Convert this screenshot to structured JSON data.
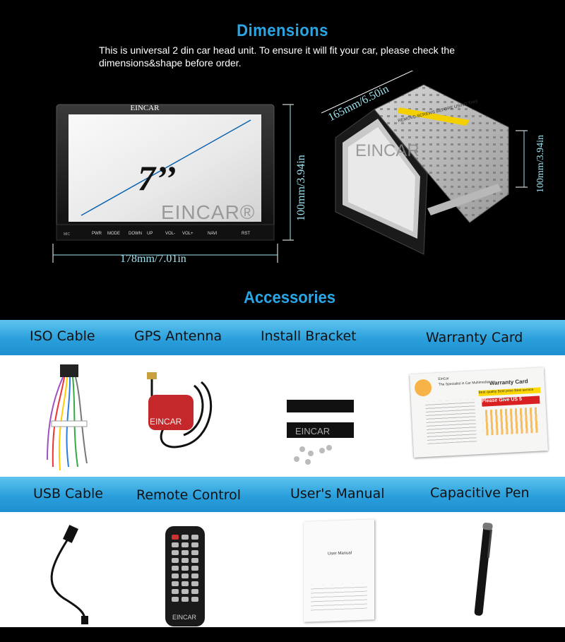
{
  "dimensions": {
    "title": "Dimensions",
    "intro_line1": "This is universal 2 din car head unit. To ensure it will fit your car, please check the",
    "intro_line2": "dimensions&shape before order.",
    "screen_size": "7’’",
    "brand": "EINCAR",
    "brand_mark": "EINCAR®",
    "width_label": "178mm/7.01in",
    "height_label": "100mm/3.94in",
    "depth_label": "165mm/6.50in",
    "side_height_label": "100mm/3.94in",
    "button_labels": [
      "PWR",
      "MODE",
      "DOWN",
      "UP",
      "VOL-",
      "VOL+",
      "NAVI",
      "RST"
    ],
    "mic_label": "MIC",
    "warning_label": "REMOVE SCREWS BEFORE USING THIS"
  },
  "accessories": {
    "title": "Accessories",
    "row1": [
      "ISO Cable",
      "GPS Antenna",
      "Install Bracket",
      "Warranty Card"
    ],
    "row2": [
      "USB Cable",
      "Remote Control",
      "User's Manual",
      "Capacitive Pen"
    ]
  },
  "warranty_card": {
    "company": "EinCar",
    "tagline": "The Specialist in Car Multimedia",
    "heading": "Warranty Card",
    "best": "Best quality Best price Best service",
    "ribbon": "Please Give US 5"
  },
  "manual": {
    "cover_title": "User Manual"
  },
  "remote": {
    "brand": "EINCAR"
  },
  "colors": {
    "accent": "#2aa6e6",
    "band": "#3bb0e6",
    "dimension_text": "#9fe3f0"
  }
}
